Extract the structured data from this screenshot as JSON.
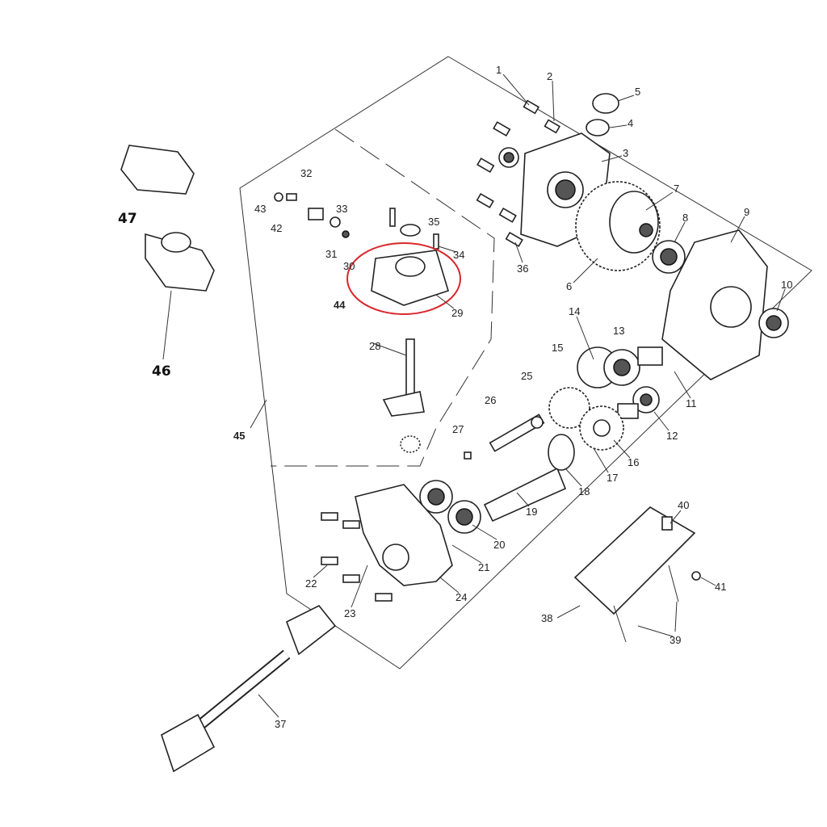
{
  "diagram": {
    "title": "Exploded view of gearbox assembly",
    "highlight_color": "#d9262c"
  },
  "callouts": {
    "c1": "1",
    "c2": "2",
    "c3": "3",
    "c4": "4",
    "c5": "5",
    "c6": "6",
    "c7": "7",
    "c8": "8",
    "c9": "9",
    "c10": "10",
    "c11": "11",
    "c12": "12",
    "c13": "13",
    "c14": "14",
    "c15": "15",
    "c16": "16",
    "c17": "17",
    "c18": "18",
    "c19": "19",
    "c20": "20",
    "c21": "21",
    "c22": "22",
    "c23": "23",
    "c24": "24",
    "c25": "25",
    "c26": "26",
    "c27": "27",
    "c28": "28",
    "c29": "29",
    "c30": "30",
    "c31": "31",
    "c32": "32",
    "c33": "33",
    "c34": "34",
    "c35": "35",
    "c36": "36",
    "c37": "37",
    "c38": "38",
    "c39": "39",
    "c40": "40",
    "c41": "41",
    "c42": "42",
    "c43": "43",
    "c44": "44",
    "c45": "45",
    "c46": "46",
    "c47": "47"
  }
}
